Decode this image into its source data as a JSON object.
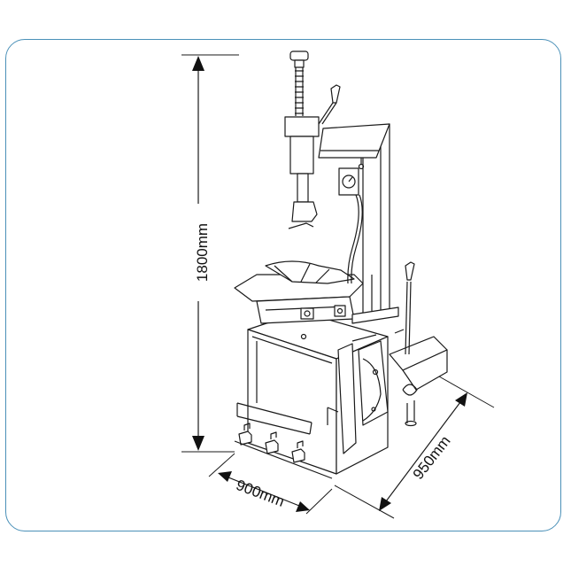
{
  "dimensions": {
    "height_label": "1800mm",
    "width_label": "900mm",
    "depth_label": "950mm"
  },
  "colors": {
    "frame_border": "#4a90b8",
    "line": "#1a1a1a"
  }
}
